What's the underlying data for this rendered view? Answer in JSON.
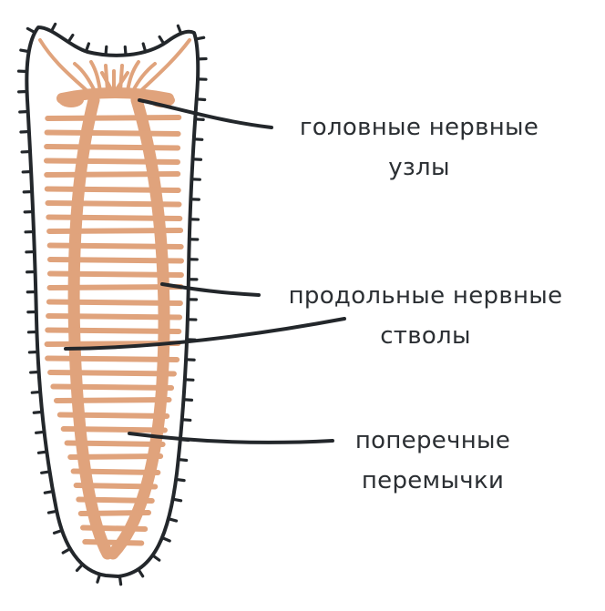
{
  "colors": {
    "outline": "#23272b",
    "nerve": "#e0a37c",
    "leader": "#23272b",
    "text": "#2b2f33",
    "background": "#ffffff"
  },
  "labels": {
    "head_ganglia": {
      "line1": "головные нервные",
      "line2": "узлы"
    },
    "longitudinal_trunks": {
      "line1": "продольные нервные",
      "line2": "стволы"
    },
    "transverse_commissures": {
      "line1": "поперечные",
      "line2": "перемычки"
    }
  }
}
